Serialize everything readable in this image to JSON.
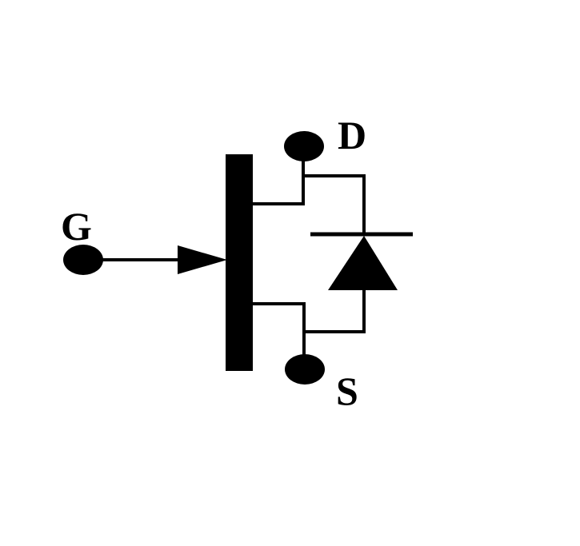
{
  "diagram": {
    "kind": "mosfet-with-body-diode",
    "labels": {
      "gate": "G",
      "drain": "D",
      "source": "S"
    },
    "colors": {
      "ink": "#000000",
      "background": "#ffffff"
    }
  }
}
